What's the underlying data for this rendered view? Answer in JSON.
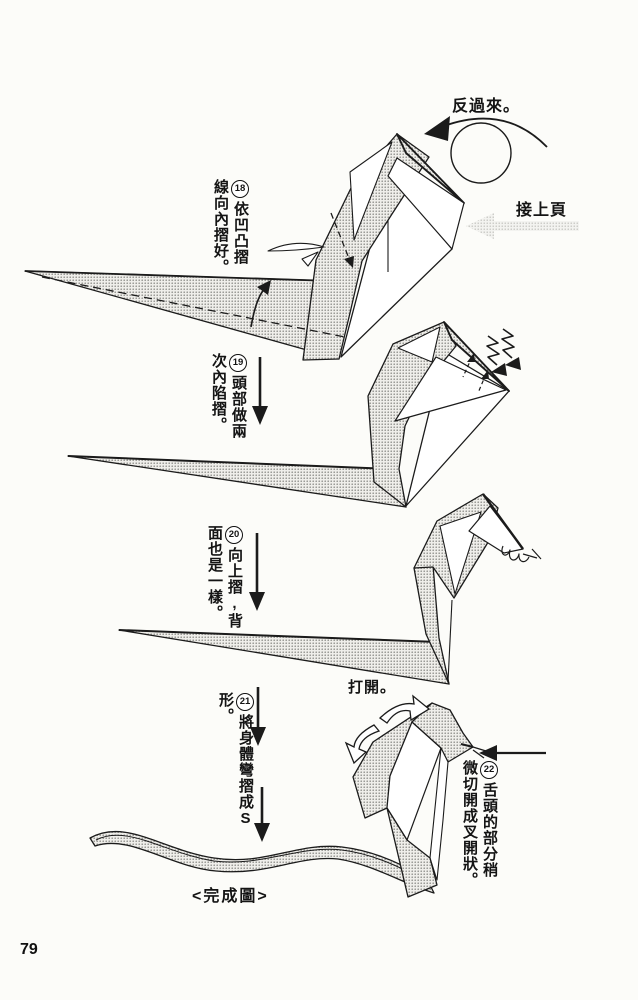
{
  "page": {
    "number": "79",
    "background": "#fcfcf9",
    "ink": "#1b1b1b",
    "tone_fill": "#c9c9c5",
    "light_gray": "#d9d9d5"
  },
  "header": {
    "flip_label": "反過來。",
    "continued_label": "接上頁"
  },
  "steps": [
    {
      "num": "18",
      "text": "依凹凸摺線向內摺好。"
    },
    {
      "num": "19",
      "text": "頭部做兩次內陷摺。"
    },
    {
      "num": "20",
      "text": "向上摺,背面也是一樣。"
    },
    {
      "num": "21",
      "text": "將身體彎摺成S形。"
    },
    {
      "num": "22",
      "text": "舌頭的部分稍微切開成叉開狀。"
    }
  ],
  "labels": {
    "open": "打開。",
    "finished_caption": "<完成圖>"
  },
  "icons": {
    "flip-over-icon": "circle with counterclockwise curved arrow",
    "continued-arrow-icon": "stippled gray arrow pointing left",
    "step-down-arrow-icon": "solid black downward arrow",
    "fold-up-arrow-icon": "curved arrow on tail",
    "turn-over-flat-icon": "flat lens-shaped turn symbol",
    "inside-reverse-fold-icon": "zigzag lightning arrows",
    "open-hood-arrows-icon": "hollow curved arrows",
    "tongue-pointer-arrow-icon": "solid black arrow pointing left"
  }
}
